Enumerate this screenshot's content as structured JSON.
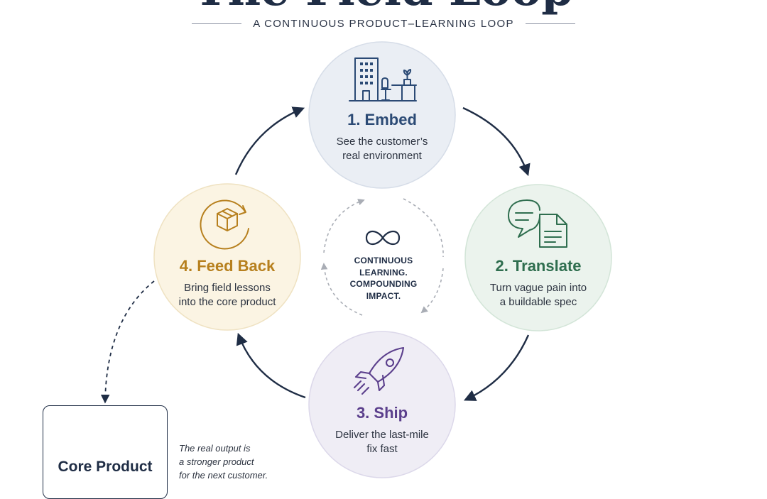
{
  "title": "The Field Loop",
  "subtitle": "A CONTINUOUS PRODUCT–LEARNING LOOP",
  "stages": [
    {
      "name": "1. Embed",
      "desc": "See the customer’s\nreal environment",
      "color": "#2b4a75",
      "fill": "#eaeef4",
      "icon": "office-building-desk-icon"
    },
    {
      "name": "2. Translate",
      "desc": "Turn vague pain into\na buildable spec",
      "color": "#2f6e4f",
      "fill": "#ebf3ed",
      "icon": "chat-document-icon"
    },
    {
      "name": "3. Ship",
      "desc": "Deliver the last-mile\nfix fast",
      "color": "#5b3f8c",
      "fill": "#efedf5",
      "icon": "rocket-icon"
    },
    {
      "name": "4. Feed Back",
      "desc": "Bring field lessons\ninto the core product",
      "color": "#b7801e",
      "fill": "#fbf4e3",
      "icon": "box-cycle-icon"
    }
  ],
  "center": {
    "text": "CONTINUOUS\nLEARNING.\nCOMPOUNDING\nIMPACT.",
    "icon": "infinity-icon"
  },
  "core_product": {
    "label": "Core Product",
    "icon": "cube-icon"
  },
  "note": "The real output is\na stronger product\nfor the next customer.",
  "colors": {
    "navy": "#1f2d45",
    "arrow": "#1f2d45",
    "dashed": "#a9adb5"
  }
}
